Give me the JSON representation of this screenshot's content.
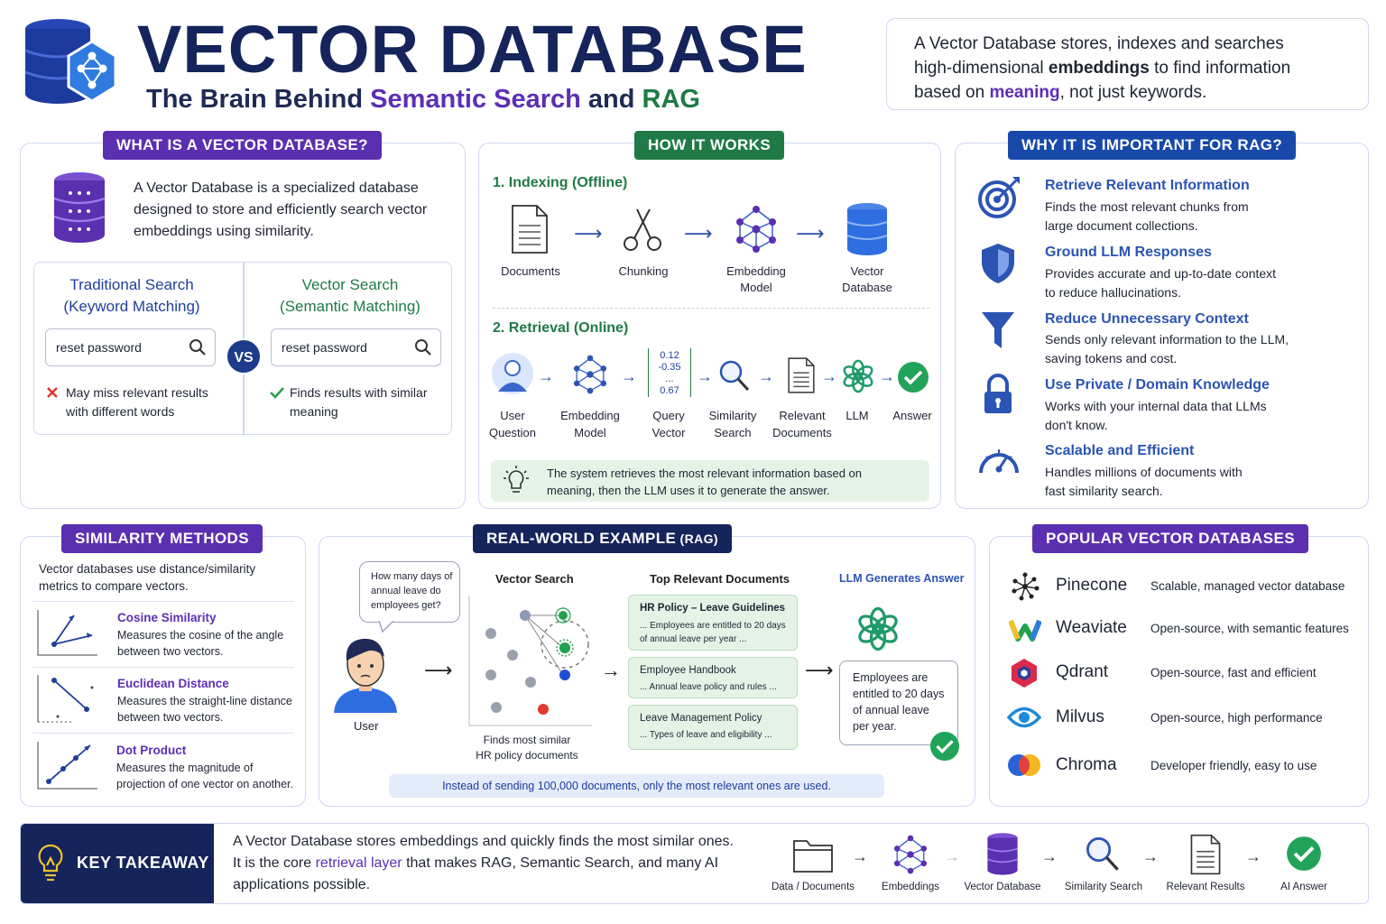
{
  "header": {
    "title": "VECTOR DATABASE",
    "subtitle_pre": "The Brain Behind ",
    "subtitle_hl1": "Semantic Search",
    "subtitle_mid": " and ",
    "subtitle_hl2": "RAG",
    "intro_l1": "A Vector Database stores, indexes and searches",
    "intro_l2_pre": "high-dimensional ",
    "intro_l2_bold": "embeddings",
    "intro_l2_post": " to find information",
    "intro_l3_pre": "based on ",
    "intro_l3_hl": "meaning",
    "intro_l3_post": ", not just keywords."
  },
  "what": {
    "pill": "WHAT IS A VECTOR DATABASE?",
    "desc": [
      "A Vector Database is a specialized database",
      "designed to store and efficiently search vector",
      "embeddings using similarity."
    ],
    "trad_title": [
      "Traditional Search",
      "(Keyword Matching)"
    ],
    "vec_title": [
      "Vector Search",
      "(Semantic Matching)"
    ],
    "trad_query": "reset password",
    "vec_query": "reset password",
    "vs": "VS",
    "trad_note": [
      "May miss relevant results",
      "with different words"
    ],
    "vec_note": [
      "Finds results with similar",
      "meaning"
    ]
  },
  "how": {
    "pill": "HOW IT WORKS",
    "indexing_title": "1. Indexing (Offline)",
    "indexing_steps": [
      [
        "Documents"
      ],
      [
        "Chunking"
      ],
      [
        "Embedding",
        "Model"
      ],
      [
        "Vector",
        "Database"
      ]
    ],
    "retrieval_title": "2. Retrieval (Online)",
    "retrieval_steps": [
      [
        "User",
        "Question"
      ],
      [
        "Embedding",
        "Model"
      ],
      [
        "Query",
        "Vector"
      ],
      [
        "Similarity",
        "Search"
      ],
      [
        "Relevant",
        "Documents"
      ],
      [
        "LLM"
      ],
      [
        "Answer"
      ]
    ],
    "vector_values": [
      "0.12",
      "-0.35",
      "...",
      "0.67"
    ],
    "note": [
      "The system retrieves the most relevant information based on",
      "meaning, then the LLM uses it to generate the answer."
    ]
  },
  "why": {
    "pill": "WHY IT IS IMPORTANT FOR RAG?",
    "items": [
      {
        "title": "Retrieve Relevant Information",
        "desc": [
          "Finds the most relevant chunks from",
          "large document collections."
        ],
        "icon": "target-icon"
      },
      {
        "title": "Ground LLM Responses",
        "desc": [
          "Provides accurate and up-to-date context",
          "to reduce hallucinations."
        ],
        "icon": "shield-icon"
      },
      {
        "title": "Reduce Unnecessary Context",
        "desc": [
          "Sends only relevant information to the LLM,",
          "saving tokens and cost."
        ],
        "icon": "funnel-icon"
      },
      {
        "title": "Use Private / Domain Knowledge",
        "desc": [
          "Works with your internal data that LLMs",
          "don't know."
        ],
        "icon": "lock-icon"
      },
      {
        "title": "Scalable and Efficient",
        "desc": [
          "Handles millions of documents with",
          "fast similarity search."
        ],
        "icon": "gauge-icon"
      }
    ]
  },
  "similarity": {
    "pill": "SIMILARITY METHODS",
    "intro": [
      "Vector databases use distance/similarity",
      "metrics to compare vectors."
    ],
    "items": [
      {
        "title": "Cosine Similarity",
        "desc": [
          "Measures the cosine of the angle",
          "between two vectors."
        ]
      },
      {
        "title": "Euclidean Distance",
        "desc": [
          "Measures the straight-line distance",
          "between two vectors."
        ]
      },
      {
        "title": "Dot Product",
        "desc": [
          "Measures the magnitude of",
          "projection of one vector on another."
        ]
      }
    ]
  },
  "example": {
    "pill_main": "REAL-WORLD EXAMPLE",
    "pill_sub": " (RAG)",
    "question": [
      "How many days of",
      "annual leave do",
      "employees get?"
    ],
    "user_label": "User",
    "vs_title": "Vector Search",
    "vs_caption": [
      "Finds most similar",
      "HR policy documents"
    ],
    "top_title": "Top Relevant Documents",
    "docs": [
      {
        "title": "HR Policy – Leave Guidelines",
        "lines": [
          "... Employees are entitled to 20 days",
          "of annual leave per year ..."
        ]
      },
      {
        "title": "Employee Handbook",
        "lines": [
          "... Annual leave policy and rules ..."
        ]
      },
      {
        "title": "Leave Management Policy",
        "lines": [
          "... Types of leave and eligibility ..."
        ]
      }
    ],
    "llm_title": "LLM Generates Answer",
    "answer": [
      "Employees are",
      "entitled to 20 days",
      "of annual leave",
      "per year."
    ],
    "footer": "Instead of sending 100,000 documents, only the most relevant ones are used."
  },
  "popular": {
    "pill": "POPULAR VECTOR DATABASES",
    "items": [
      {
        "name": "Pinecone",
        "desc": "Scalable, managed vector database"
      },
      {
        "name": "Weaviate",
        "desc": "Open-source, with semantic features"
      },
      {
        "name": "Qdrant",
        "desc": "Open-source, fast and efficient"
      },
      {
        "name": "Milvus",
        "desc": "Open-source, high performance"
      },
      {
        "name": "Chroma",
        "desc": "Developer friendly, easy to use"
      }
    ]
  },
  "takeaway": {
    "label": "KEY TAKEAWAY",
    "l1": "A Vector Database stores embeddings and quickly finds the most similar ones.",
    "l2_pre": "It is the core ",
    "l2_hl": "retrieval layer",
    "l2_post": " that makes RAG, Semantic Search, and many AI",
    "l3": "applications possible.",
    "flow": [
      "Data / Documents",
      "Embeddings",
      "Vector Database",
      "Similarity Search",
      "Relevant Results",
      "AI Answer"
    ]
  },
  "colors": {
    "navy": "#15245a",
    "purple": "#5a2fb0",
    "green": "#1f7a46",
    "blue": "#1848a9",
    "accent_blue": "#2b54b3"
  }
}
